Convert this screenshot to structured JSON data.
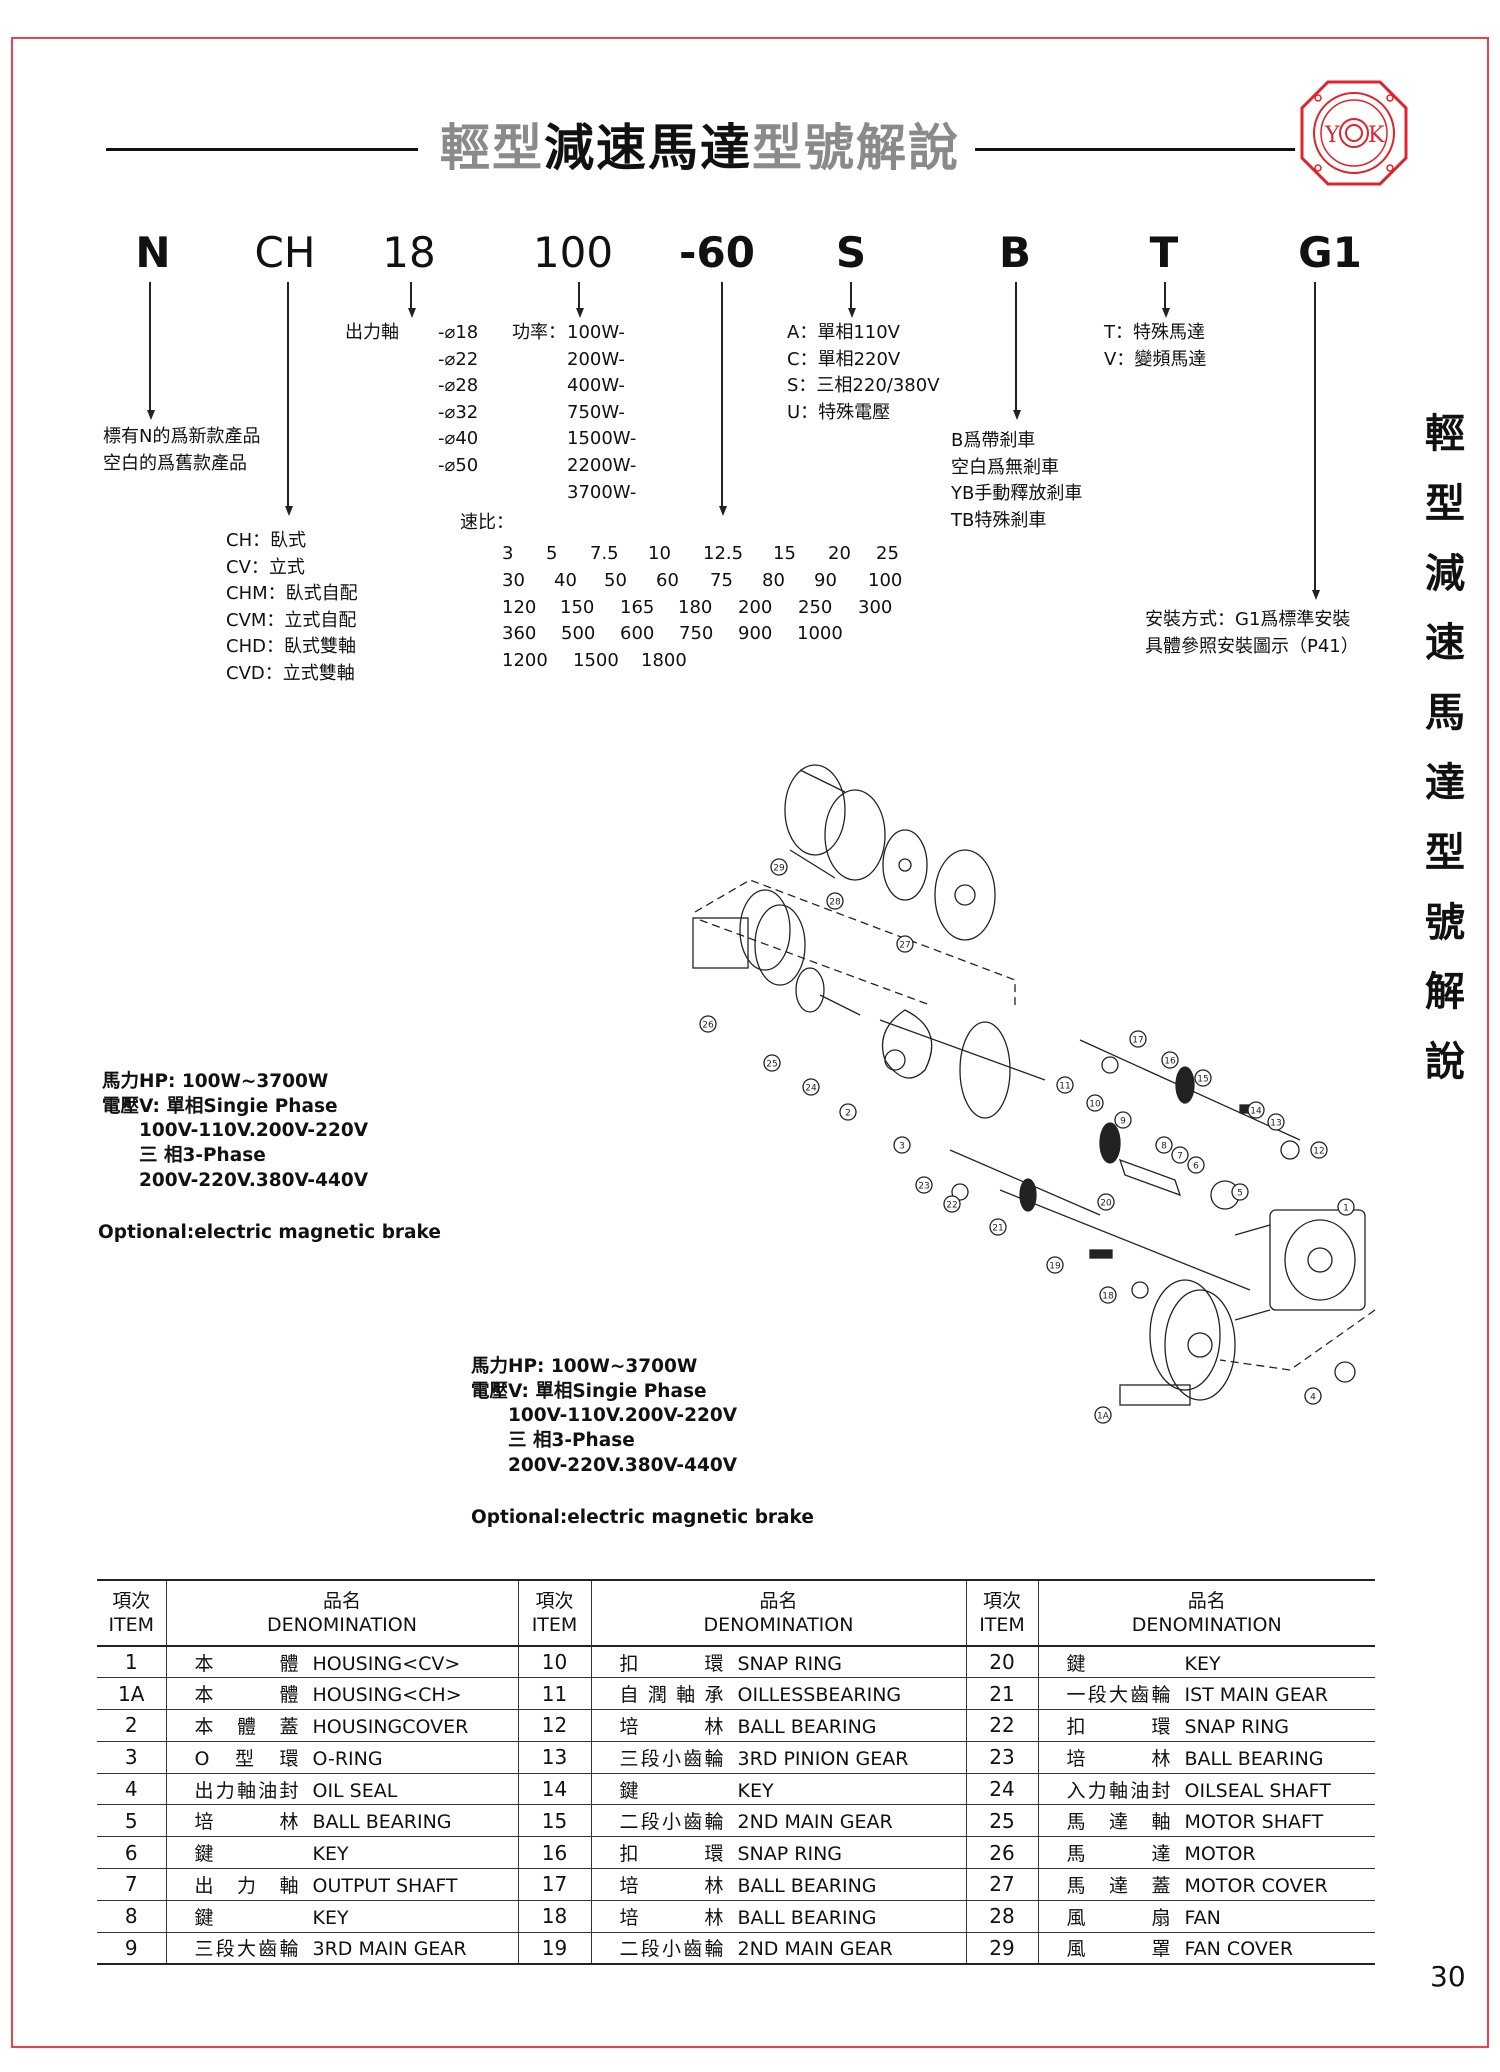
{
  "colors": {
    "frame": "#e8434f",
    "logo": "#e0232b",
    "title_gray": "#8a8a8a"
  },
  "header": {
    "title_parts": [
      {
        "text": "輕型",
        "style": "gray"
      },
      {
        "text": "減速馬達",
        "style": "black"
      },
      {
        "text": "型號解說",
        "style": "gray"
      }
    ],
    "logo_text": "YOK"
  },
  "code": [
    "N",
    "CH",
    "18",
    "100",
    "-60",
    "S",
    "B",
    "T",
    "G1"
  ],
  "legend": {
    "new_product": [
      "標有N的爲新款產品",
      "空白的爲舊款產品"
    ],
    "mounting": [
      "CH：臥式",
      "CV：立式",
      "CHM：臥式自配",
      "CVM：立式自配",
      "CHD：臥式雙軸",
      "CVD：立式雙軸"
    ],
    "shaft_label": "出力軸",
    "shaft_sizes": [
      "-⌀18",
      "-⌀22",
      "-⌀28",
      "-⌀32",
      "-⌀40",
      "-⌀50"
    ],
    "power_label": "功率：",
    "power": [
      "100W-",
      "200W-",
      "400W-",
      "750W-",
      "1500W-",
      "2200W-",
      "3700W-"
    ],
    "ratio_label": "速比：",
    "ratios": [
      [
        "3",
        "5",
        "7.5",
        "10",
        "12.5",
        "15",
        "20",
        "25"
      ],
      [
        "30",
        "40",
        "50",
        "60",
        "75",
        "80",
        "90",
        "100"
      ],
      [
        "120",
        "150",
        "165",
        "180",
        "200",
        "250",
        "300"
      ],
      [
        "360",
        "500",
        "600",
        "750",
        "900",
        "1000"
      ],
      [
        "1200",
        "1500",
        "1800"
      ]
    ],
    "voltage": [
      "A：單相110V",
      "C：單相220V",
      "S：三相220/380V",
      "U：特殊電壓"
    ],
    "brake": [
      "B爲帶剎車",
      "空白爲無剎車",
      "YB手動釋放剎車",
      "TB特殊剎車"
    ],
    "motor_type": [
      "T：特殊馬達",
      "V：變頻馬達"
    ],
    "install": [
      "安裝方式：G1爲標準安裝",
      "具體參照安裝圖示（P41）"
    ]
  },
  "side_title": [
    "輕",
    "型",
    "減",
    "速",
    "馬",
    "達",
    "型",
    "號",
    "解",
    "說"
  ],
  "specs": [
    {
      "hp": "馬力HP:  100W~3700W",
      "v": "電壓V:  單相Singie Phase",
      "v1": "100V-110V.200V-220V",
      "ph3": "三 相3-Phase",
      "v3": "200V-220V.380V-440V",
      "opt": "Optional:electric magnetic brake"
    },
    {
      "hp": "馬力HP:  100W~3700W",
      "v": "電壓V:  單相Singie Phase",
      "v1": "100V-110V.200V-220V",
      "ph3": "三 相3-Phase",
      "v3": "200V-220V.380V-440V",
      "opt": "Optional:electric magnetic brake"
    }
  ],
  "diagram": {
    "callouts": [
      "29",
      "28",
      "27",
      "26",
      "25",
      "24",
      "2",
      "3",
      "17",
      "16",
      "15",
      "11",
      "10",
      "9",
      "14",
      "13",
      "8",
      "7",
      "6",
      "12",
      "23",
      "22",
      "20",
      "5",
      "21",
      "1",
      "19",
      "18",
      "4",
      "1A"
    ]
  },
  "table": {
    "headers": {
      "item_cn": "項次",
      "item_en": "ITEM",
      "name_cn": "品名",
      "name_en": "DENOMINATION"
    },
    "rows": [
      [
        {
          "no": "1",
          "cn": "本體",
          "en": "HOUSING<CV>"
        },
        {
          "no": "10",
          "cn": "扣環",
          "en": "SNAP RING"
        },
        {
          "no": "20",
          "cn": "鍵",
          "en": "KEY"
        }
      ],
      [
        {
          "no": "1A",
          "cn": "本體",
          "en": "HOUSING<CH>"
        },
        {
          "no": "11",
          "cn": "自潤軸承",
          "en": "OILLESSBEARING"
        },
        {
          "no": "21",
          "cn": "一段大齒輪",
          "en": "IST MAIN GEAR"
        }
      ],
      [
        {
          "no": "2",
          "cn": "本體蓋",
          "en": "HOUSINGCOVER"
        },
        {
          "no": "12",
          "cn": "培林",
          "en": "BALL BEARING"
        },
        {
          "no": "22",
          "cn": "扣環",
          "en": "SNAP RING"
        }
      ],
      [
        {
          "no": "3",
          "cn": "O型環",
          "en": "O-RING"
        },
        {
          "no": "13",
          "cn": "三段小齒輪",
          "en": "3RD PINION GEAR"
        },
        {
          "no": "23",
          "cn": "培林",
          "en": "BALL BEARING"
        }
      ],
      [
        {
          "no": "4",
          "cn": "出力軸油封",
          "en": "OIL SEAL"
        },
        {
          "no": "14",
          "cn": "鍵",
          "en": "KEY"
        },
        {
          "no": "24",
          "cn": "入力軸油封",
          "en": "OILSEAL SHAFT"
        }
      ],
      [
        {
          "no": "5",
          "cn": "培林",
          "en": "BALL BEARING"
        },
        {
          "no": "15",
          "cn": "二段小齒輪",
          "en": "2ND MAIN GEAR"
        },
        {
          "no": "25",
          "cn": "馬達軸",
          "en": "MOTOR SHAFT"
        }
      ],
      [
        {
          "no": "6",
          "cn": "鍵",
          "en": "KEY"
        },
        {
          "no": "16",
          "cn": "扣環",
          "en": "SNAP RING"
        },
        {
          "no": "26",
          "cn": "馬達",
          "en": "MOTOR"
        }
      ],
      [
        {
          "no": "7",
          "cn": "出力軸",
          "en": "OUTPUT SHAFT"
        },
        {
          "no": "17",
          "cn": "培林",
          "en": "BALL BEARING"
        },
        {
          "no": "27",
          "cn": "馬達蓋",
          "en": "MOTOR COVER"
        }
      ],
      [
        {
          "no": "8",
          "cn": "鍵",
          "en": "KEY"
        },
        {
          "no": "18",
          "cn": "培林",
          "en": "BALL BEARING"
        },
        {
          "no": "28",
          "cn": "風扇",
          "en": "FAN"
        }
      ],
      [
        {
          "no": "9",
          "cn": "三段大齒輪",
          "en": "3RD MAIN GEAR"
        },
        {
          "no": "19",
          "cn": "二段小齒輪",
          "en": "2ND MAIN GEAR"
        },
        {
          "no": "29",
          "cn": "風罩",
          "en": "FAN COVER"
        }
      ]
    ]
  },
  "page_number": "30"
}
